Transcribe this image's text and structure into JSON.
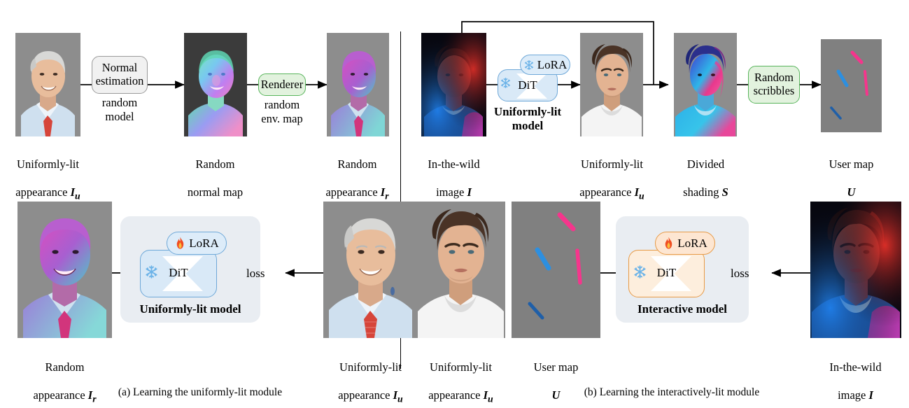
{
  "figure": {
    "subcaptions": [
      {
        "id": "a",
        "text": "(a) Learning the uniformly-lit module"
      },
      {
        "id": "b",
        "text": "(b) Learning the interactively-lit module"
      }
    ]
  },
  "panel_a_top": {
    "images": [
      {
        "name": "uniformly-lit-appearance",
        "label_line1": "Uniformly-lit",
        "label_line2": "appearance ",
        "symbol": "I",
        "sub": "u"
      },
      {
        "name": "random-normal-map",
        "label_line1": "Random",
        "label_line2": "normal map",
        "symbol": "",
        "sub": ""
      },
      {
        "name": "random-appearance",
        "label_line1": "Random",
        "label_line2": "appearance ",
        "symbol": "I",
        "sub": "r"
      }
    ],
    "op1": {
      "box_label": "Normal\nestimation",
      "under_label": "random\nmodel",
      "color": "#f1f1f1"
    },
    "op2": {
      "box_label": "Renderer",
      "under_label": "random\nenv. map",
      "color": "#e2f2de"
    }
  },
  "panel_b_top": {
    "images": [
      {
        "name": "in-the-wild-image",
        "label_line1": "In-the-wild",
        "label_line2": "image ",
        "symbol": "I",
        "sub": ""
      },
      {
        "name": "uniformly-lit-appearance",
        "label_line1": "Uniformly-lit",
        "label_line2": "appearance ",
        "symbol": "I",
        "sub": "u"
      },
      {
        "name": "divided-shading",
        "label_line1": "Divided",
        "label_line2": "shading ",
        "symbol": "S",
        "sub": ""
      },
      {
        "name": "user-map",
        "label_line1": "User map",
        "label_line2": "",
        "symbol": "U",
        "sub": ""
      }
    ],
    "model": {
      "dit_label": "DiT",
      "lora_label": "LoRA",
      "name": "Uniformly-lit\nmodel",
      "dit_state": "frozen",
      "lora_state": "frozen",
      "accent": "#6ea8d8"
    },
    "op": {
      "box_label": "Random\nscribbles",
      "color": "#e2f2de"
    }
  },
  "panel_a_bottom": {
    "input": {
      "name": "random-appearance",
      "label_line1": "Random",
      "label_line2": "appearance ",
      "symbol": "I",
      "sub": "r"
    },
    "target": {
      "name": "uniformly-lit-appearance",
      "label_line1": "Uniformly-lit",
      "label_line2": "appearance ",
      "symbol": "I",
      "sub": "u"
    },
    "model": {
      "dit_label": "DiT",
      "lora_label": "LoRA",
      "name": "Uniformly-lit model",
      "dit_state": "frozen",
      "lora_state": "trainable",
      "accent": "#6ea8d8"
    },
    "loss_label": "loss"
  },
  "panel_b_bottom": {
    "inputs": [
      {
        "name": "uniformly-lit-appearance",
        "label_line1": "Uniformly-lit",
        "label_line2": "appearance ",
        "symbol": "I",
        "sub": "u"
      },
      {
        "name": "user-map",
        "label_line1": "User map",
        "label_line2": "",
        "symbol": "U",
        "sub": ""
      }
    ],
    "target": {
      "name": "in-the-wild-image",
      "label_line1": "In-the-wild",
      "label_line2": "image ",
      "symbol": "I",
      "sub": ""
    },
    "model": {
      "dit_label": "DiT",
      "lora_label": "LoRA",
      "name": "Interactive model",
      "dit_state": "frozen",
      "lora_state": "trainable",
      "accent": "#e79a46"
    },
    "loss_label": "loss"
  },
  "icons": {
    "frozen": "snowflake-icon",
    "trainable": "flame-icon",
    "arrow": "arrow-right-icon"
  },
  "colors": {
    "scribble_pink": "#f5358c",
    "scribble_blue": "#2d8fe0",
    "scribble_darkblue": "#1f5fa8",
    "usermap_bg": "#808080",
    "photo_bg": "#8a8a8a",
    "green_box": "#e2f2de",
    "green_border": "#59b55c",
    "gray_box": "#f1f1f1",
    "dit_blue": "#d9e9f7",
    "dit_orange": "#fdeedd",
    "model_wrap": "#e9edf2"
  }
}
